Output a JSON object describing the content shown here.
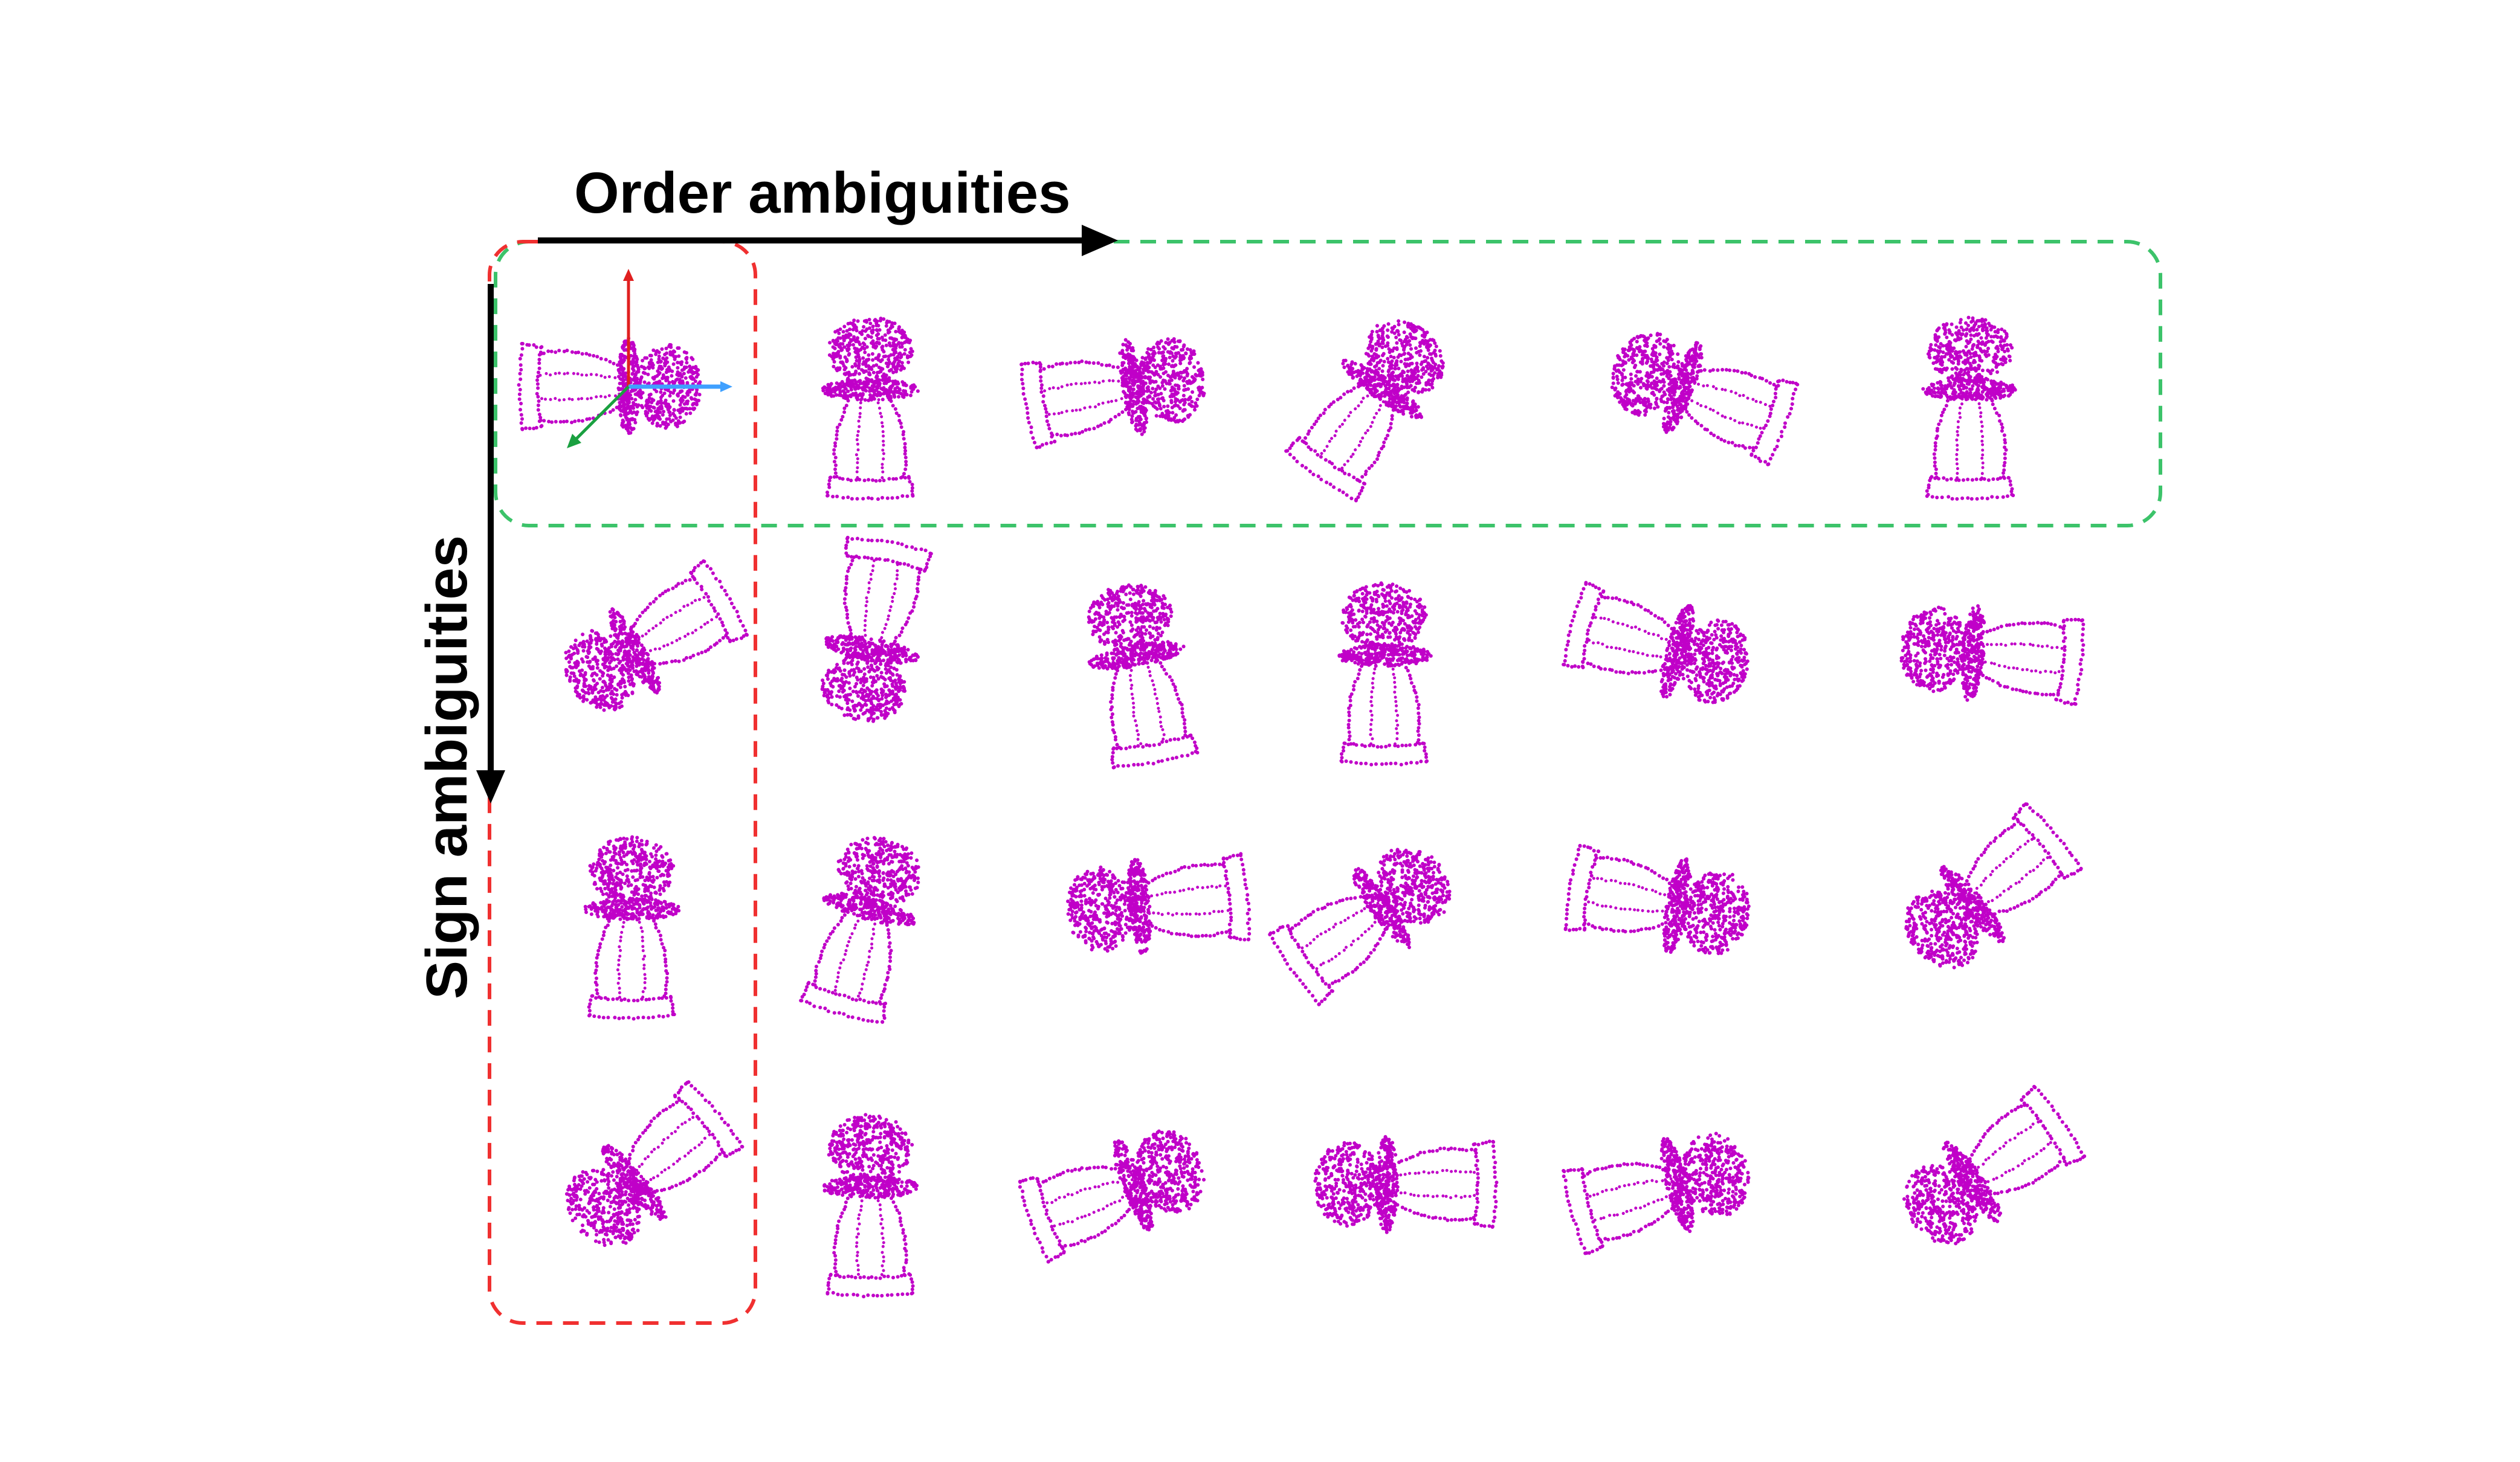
{
  "labels": {
    "order": "Order ambiguities",
    "sign": "Sign ambiguities"
  },
  "colors": {
    "points": "#c000c8",
    "order_box": "#3cc36a",
    "sign_box": "#f03030",
    "arrow": "#000000",
    "axis_red": "#e02020",
    "axis_green": "#1aa040",
    "axis_blue": "#3fa0ff"
  },
  "grid": {
    "rows": 4,
    "cols": 6
  },
  "panels": [
    {
      "row": 0,
      "col": 0,
      "angle": 0,
      "bodyFirst": true,
      "axes": true
    },
    {
      "row": 0,
      "col": 1,
      "angle": 90,
      "bodyFirst": false
    },
    {
      "row": 0,
      "col": 2,
      "angle": -10,
      "bodyFirst": true
    },
    {
      "row": 0,
      "col": 3,
      "angle": -55,
      "bodyFirst": true
    },
    {
      "row": 0,
      "col": 4,
      "angle": 20,
      "bodyFirst": false
    },
    {
      "row": 0,
      "col": 5,
      "angle": 90,
      "bodyFirst": false
    },
    {
      "row": 1,
      "col": 0,
      "angle": -30,
      "bodyFirst": false
    },
    {
      "row": 1,
      "col": 1,
      "angle": -80,
      "bodyFirst": false
    },
    {
      "row": 1,
      "col": 2,
      "angle": -100,
      "bodyFirst": true
    },
    {
      "row": 1,
      "col": 3,
      "angle": 90,
      "bodyFirst": false
    },
    {
      "row": 1,
      "col": 4,
      "angle": 15,
      "bodyFirst": true
    },
    {
      "row": 1,
      "col": 5,
      "angle": 5,
      "bodyFirst": false
    },
    {
      "row": 2,
      "col": 0,
      "angle": 90,
      "bodyFirst": false
    },
    {
      "row": 2,
      "col": 1,
      "angle": -75,
      "bodyFirst": true
    },
    {
      "row": 2,
      "col": 2,
      "angle": -5,
      "bodyFirst": false
    },
    {
      "row": 2,
      "col": 3,
      "angle": -35,
      "bodyFirst": true
    },
    {
      "row": 2,
      "col": 4,
      "angle": 10,
      "bodyFirst": true
    },
    {
      "row": 2,
      "col": 5,
      "angle": -40,
      "bodyFirst": false
    },
    {
      "row": 3,
      "col": 0,
      "angle": -40,
      "bodyFirst": false
    },
    {
      "row": 3,
      "col": 1,
      "angle": 90,
      "bodyFirst": false
    },
    {
      "row": 3,
      "col": 2,
      "angle": -20,
      "bodyFirst": true
    },
    {
      "row": 3,
      "col": 3,
      "angle": 0,
      "bodyFirst": false
    },
    {
      "row": 3,
      "col": 4,
      "angle": -15,
      "bodyFirst": true
    },
    {
      "row": 3,
      "col": 5,
      "angle": -35,
      "bodyFirst": false
    }
  ]
}
